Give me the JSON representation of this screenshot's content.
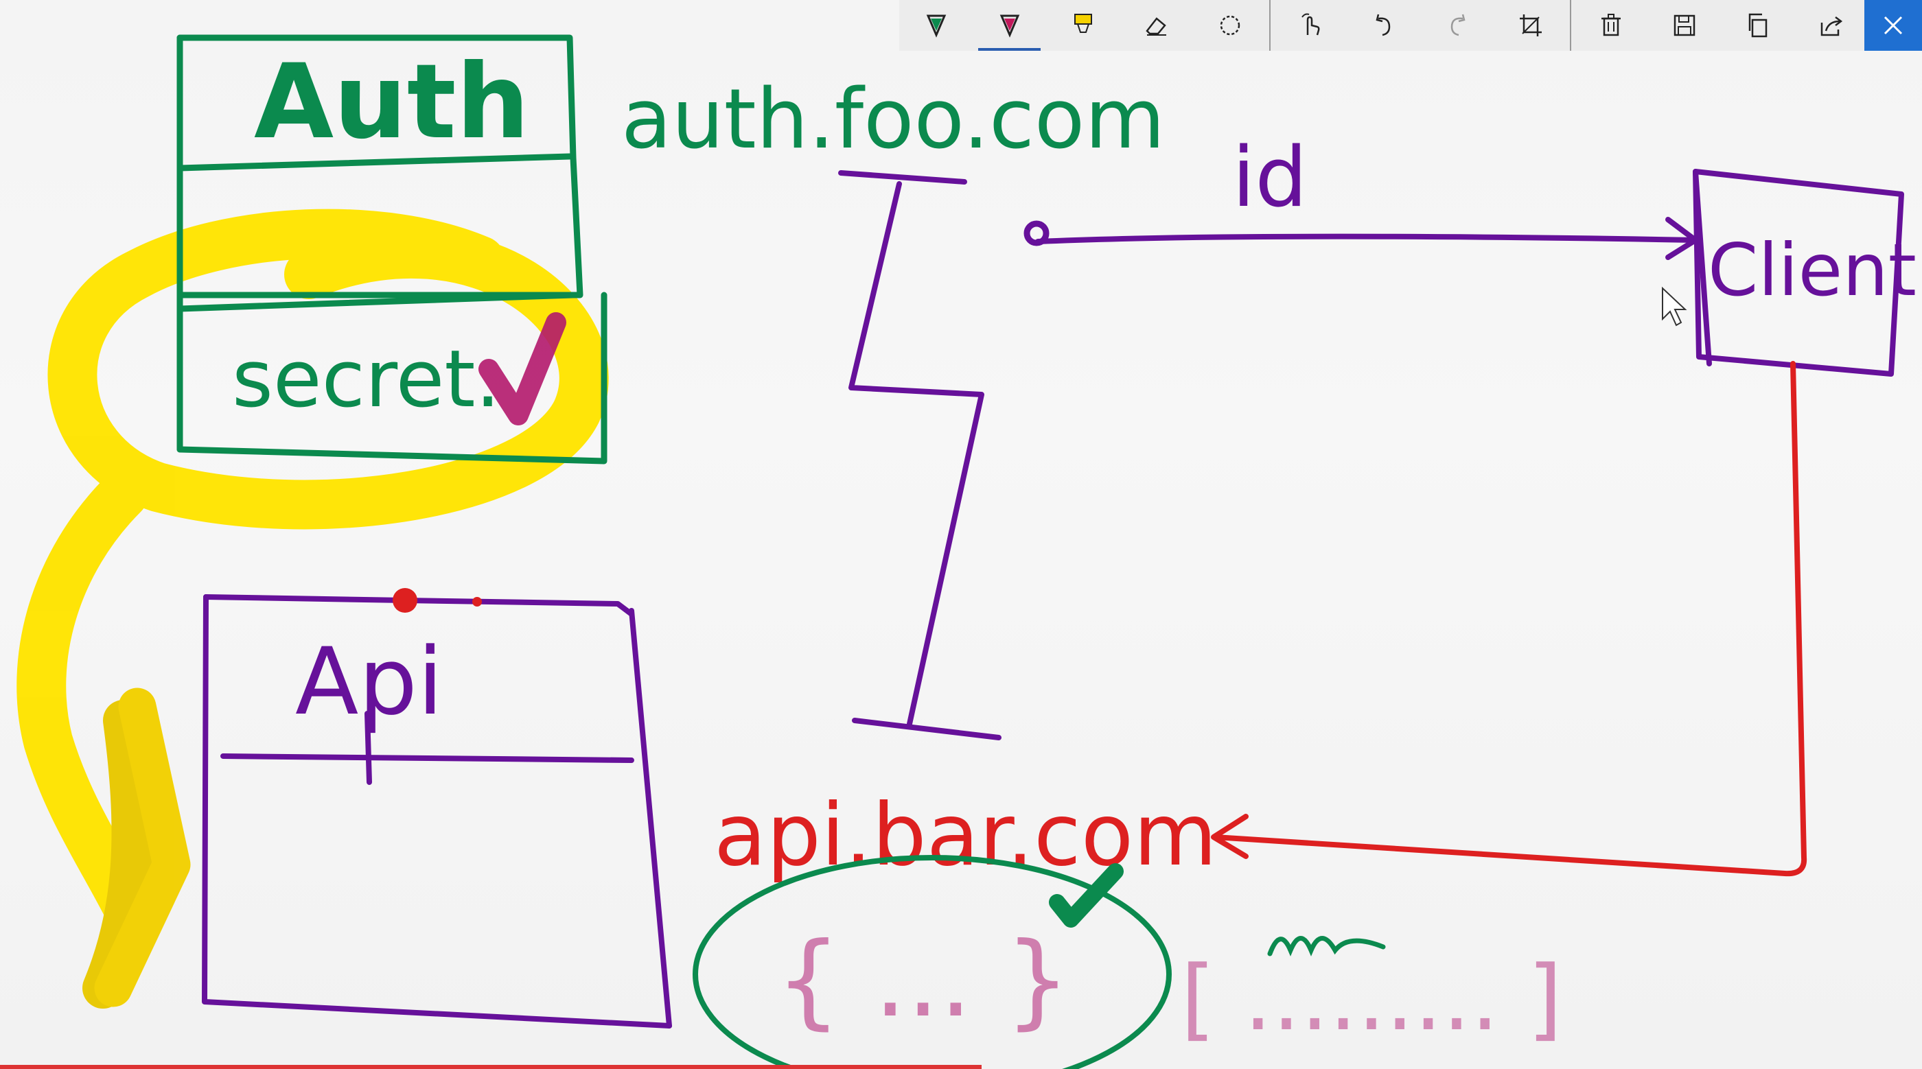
{
  "canvas": {
    "auth_box_title": "Auth",
    "auth_box_field": "secret.",
    "auth_domain": "auth.foo.com",
    "id_label": "id",
    "client_label": "Client",
    "api_box_title": "Api",
    "api_domain": "api.bar.com",
    "payload_braces": "{ ... }",
    "payload_bracket": "[ ......... ]"
  },
  "colors": {
    "green": "#0b8a4e",
    "purple": "#66119a",
    "red": "#dd2020",
    "yellow": "#ffe400",
    "magenta": "#b3186c",
    "pink": "#c96aa2"
  },
  "toolbar": {
    "tools": [
      "ballpoint-pen-icon",
      "pencil-icon",
      "highlighter-icon",
      "eraser-icon",
      "lasso-icon",
      "touch-writing-icon",
      "undo-icon",
      "redo-icon",
      "crop-icon",
      "delete-icon",
      "save-icon",
      "copy-icon",
      "share-icon",
      "close-icon"
    ]
  }
}
